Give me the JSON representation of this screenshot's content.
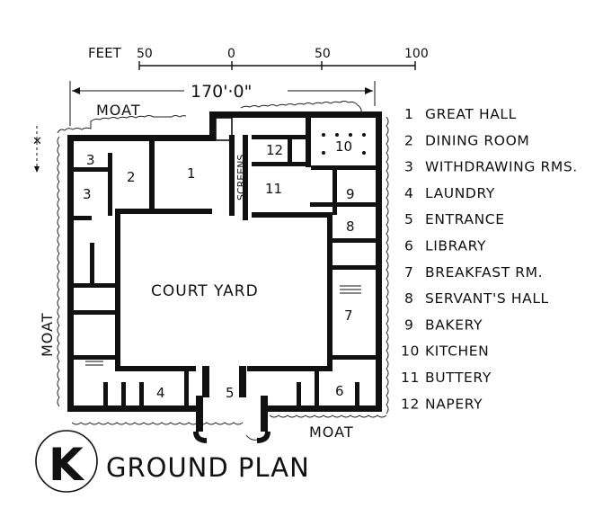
{
  "scale": {
    "label": "FEET",
    "ticks": [
      "50",
      "0",
      "50",
      "100"
    ],
    "dimension": "170'·0\""
  },
  "moat_labels": {
    "top": "MOAT",
    "left": "MOAT",
    "bottom": "MOAT"
  },
  "rooms": {
    "court_yard": "COURT YARD",
    "screens": "SCREENS",
    "numbers": [
      "1",
      "2",
      "3",
      "3",
      "4",
      "5",
      "6",
      "7",
      "8",
      "9",
      "10",
      "11",
      "12"
    ]
  },
  "legend": [
    {
      "num": "1",
      "name": "GREAT HALL"
    },
    {
      "num": "2",
      "name": "DINING ROOM"
    },
    {
      "num": "3",
      "name": "WITHDRAWING RMS."
    },
    {
      "num": "4",
      "name": "LAUNDRY"
    },
    {
      "num": "5",
      "name": "ENTRANCE"
    },
    {
      "num": "6",
      "name": "LIBRARY"
    },
    {
      "num": "7",
      "name": "BREAKFAST RM."
    },
    {
      "num": "8",
      "name": "SERVANT'S HALL"
    },
    {
      "num": "9",
      "name": "BAKERY"
    },
    {
      "num": "10",
      "name": "KITCHEN"
    },
    {
      "num": "11",
      "name": "BUTTERY"
    },
    {
      "num": "12",
      "name": "NAPERY"
    }
  ],
  "title": {
    "letter": "K",
    "text": "GROUND PLAN"
  },
  "colors": {
    "ink": "#111111",
    "paper": "#ffffff"
  }
}
